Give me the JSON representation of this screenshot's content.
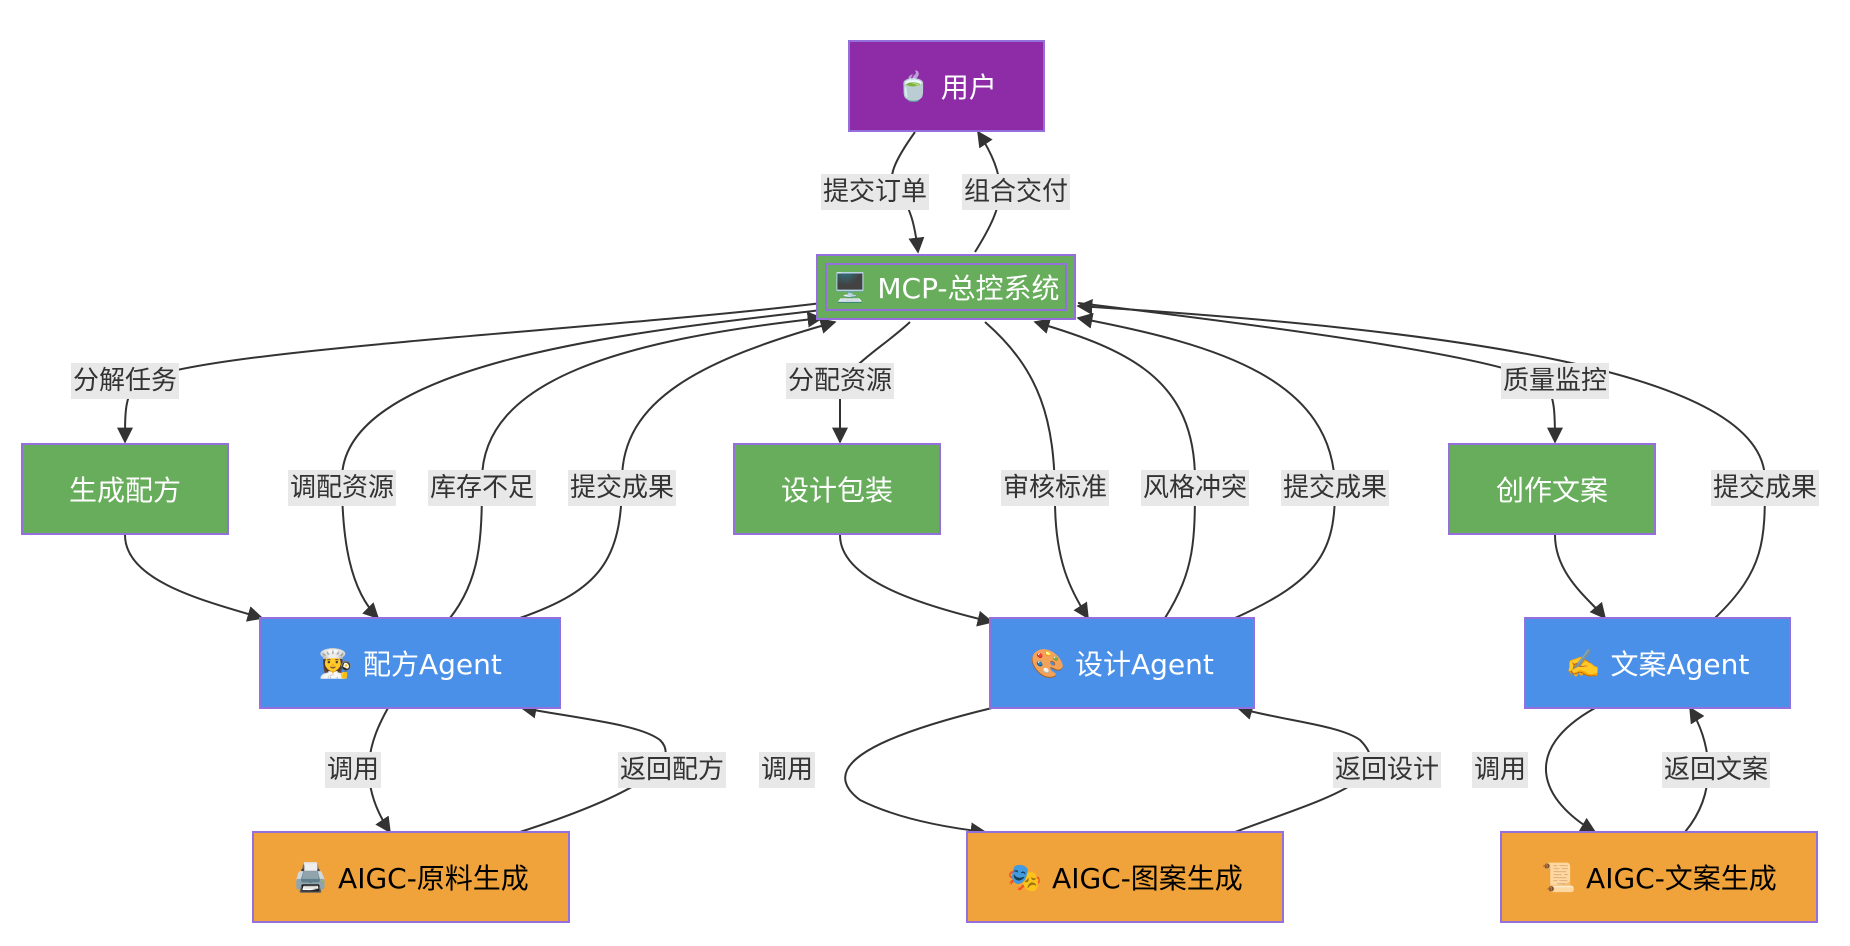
{
  "nodes": {
    "user": {
      "icon": "🍵",
      "label": "用户"
    },
    "mcp": {
      "icon": "🖥️",
      "label": "MCP-总控系统"
    },
    "gen_recipe": {
      "label": "生成配方"
    },
    "design_pkg": {
      "label": "设计包装"
    },
    "write_copy": {
      "label": "创作文案"
    },
    "recipe_agent": {
      "icon": "👩‍🍳",
      "label": "配方Agent"
    },
    "design_agent": {
      "icon": "🎨",
      "label": "设计Agent"
    },
    "copy_agent": {
      "icon": "✍️",
      "label": "文案Agent"
    },
    "aigc_material": {
      "icon": "🖨️",
      "label": "AIGC-原料生成"
    },
    "aigc_pattern": {
      "icon": "🎭",
      "label": "AIGC-图案生成"
    },
    "aigc_copy": {
      "icon": "📜",
      "label": "AIGC-文案生成"
    }
  },
  "edges": {
    "submit_order": "提交订单",
    "combine_deliver": "组合交付",
    "decompose_tasks": "分解任务",
    "allocate_resources": "分配资源",
    "quality_monitor": "质量监控",
    "dispatch_resources": "调配资源",
    "stock_short": "库存不足",
    "submit_result_1": "提交成果",
    "review_standard": "审核标准",
    "style_conflict": "风格冲突",
    "submit_result_2": "提交成果",
    "submit_result_3": "提交成果",
    "invoke_1": "调用",
    "return_recipe": "返回配方",
    "invoke_2": "调用",
    "return_design": "返回设计",
    "invoke_3": "调用",
    "return_copy": "返回文案"
  },
  "colors": {
    "user": "#8E2CA8",
    "task": "#67AD5B",
    "agent": "#4A90E8",
    "aigc": "#F0A33A",
    "border": "#9370DB",
    "edge": "#333333",
    "label_bg": "#e8e8e8"
  }
}
